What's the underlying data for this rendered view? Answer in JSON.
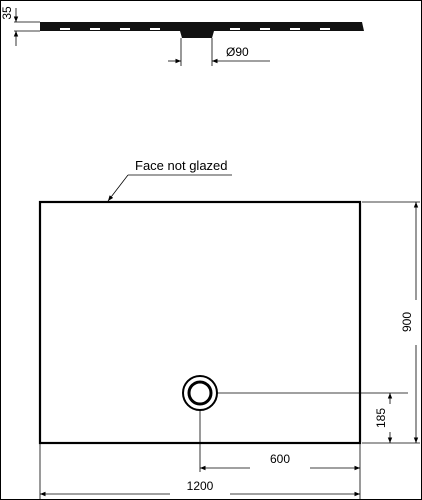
{
  "callout": {
    "text": "Face not glazed"
  },
  "dimensions": {
    "tray_thickness": "35",
    "drain_diameter": "Ø90",
    "tray_width": "900",
    "drain_offset_y": "185",
    "drain_offset_x": "600",
    "tray_length": "1200"
  },
  "colors": {
    "line": "#000000",
    "background": "#ffffff"
  }
}
